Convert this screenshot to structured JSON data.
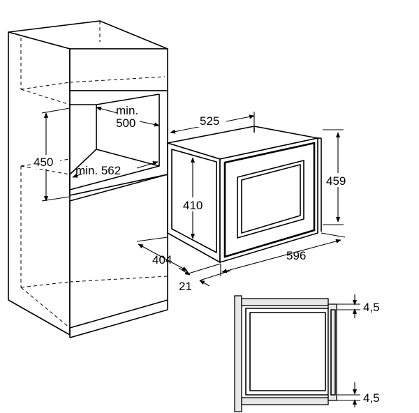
{
  "dimensions": {
    "cabinet_height": "450",
    "min_depth_label": "min.",
    "min_depth_value": "500",
    "min_width": "min. 562",
    "oven_depth": "525",
    "oven_body_height": "410",
    "oven_front_height": "459",
    "oven_body_depth": "404",
    "front_offset": "21",
    "oven_width": "596",
    "gap_top": "4,5",
    "gap_bottom": "4,5"
  },
  "colors": {
    "line": "#000000",
    "background": "#ffffff"
  }
}
